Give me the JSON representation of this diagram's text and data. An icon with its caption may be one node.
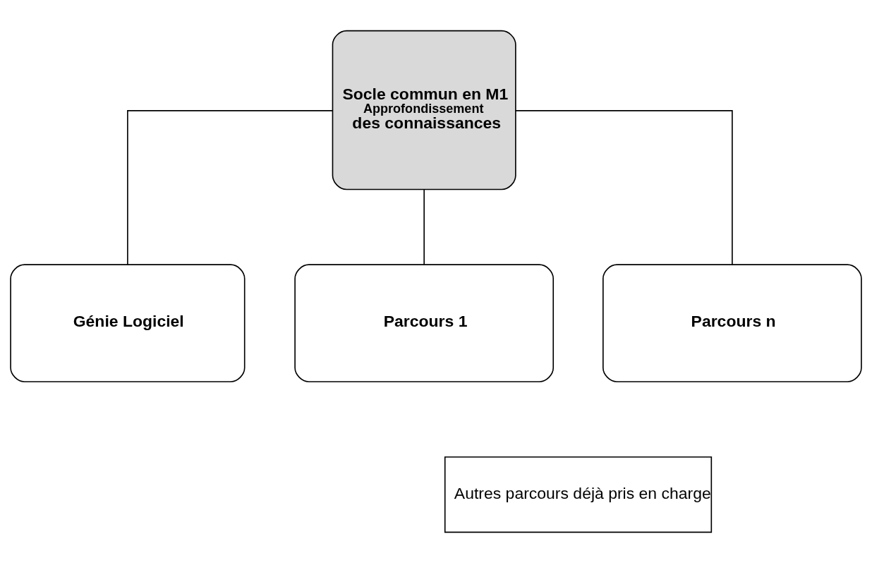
{
  "diagram": {
    "nodes": [
      {
        "text": [
          "Socle commun en M1",
          "Approfondissement",
          "des connaissances"
        ]
      },
      {
        "text": [
          "Génie Logiciel"
        ]
      },
      {
        "text": [
          "Parcours 1"
        ]
      },
      {
        "text": [
          "Parcours n"
        ]
      },
      {
        "text": [
          "Autres parcours déjà pris en charge"
        ]
      }
    ],
    "edges": [
      {
        "from": 0,
        "to": 1,
        "arrow": "none"
      },
      {
        "from": 0,
        "to": 2,
        "arrow": "none"
      },
      {
        "from": 0,
        "to": 3,
        "arrow": "none"
      }
    ]
  }
}
